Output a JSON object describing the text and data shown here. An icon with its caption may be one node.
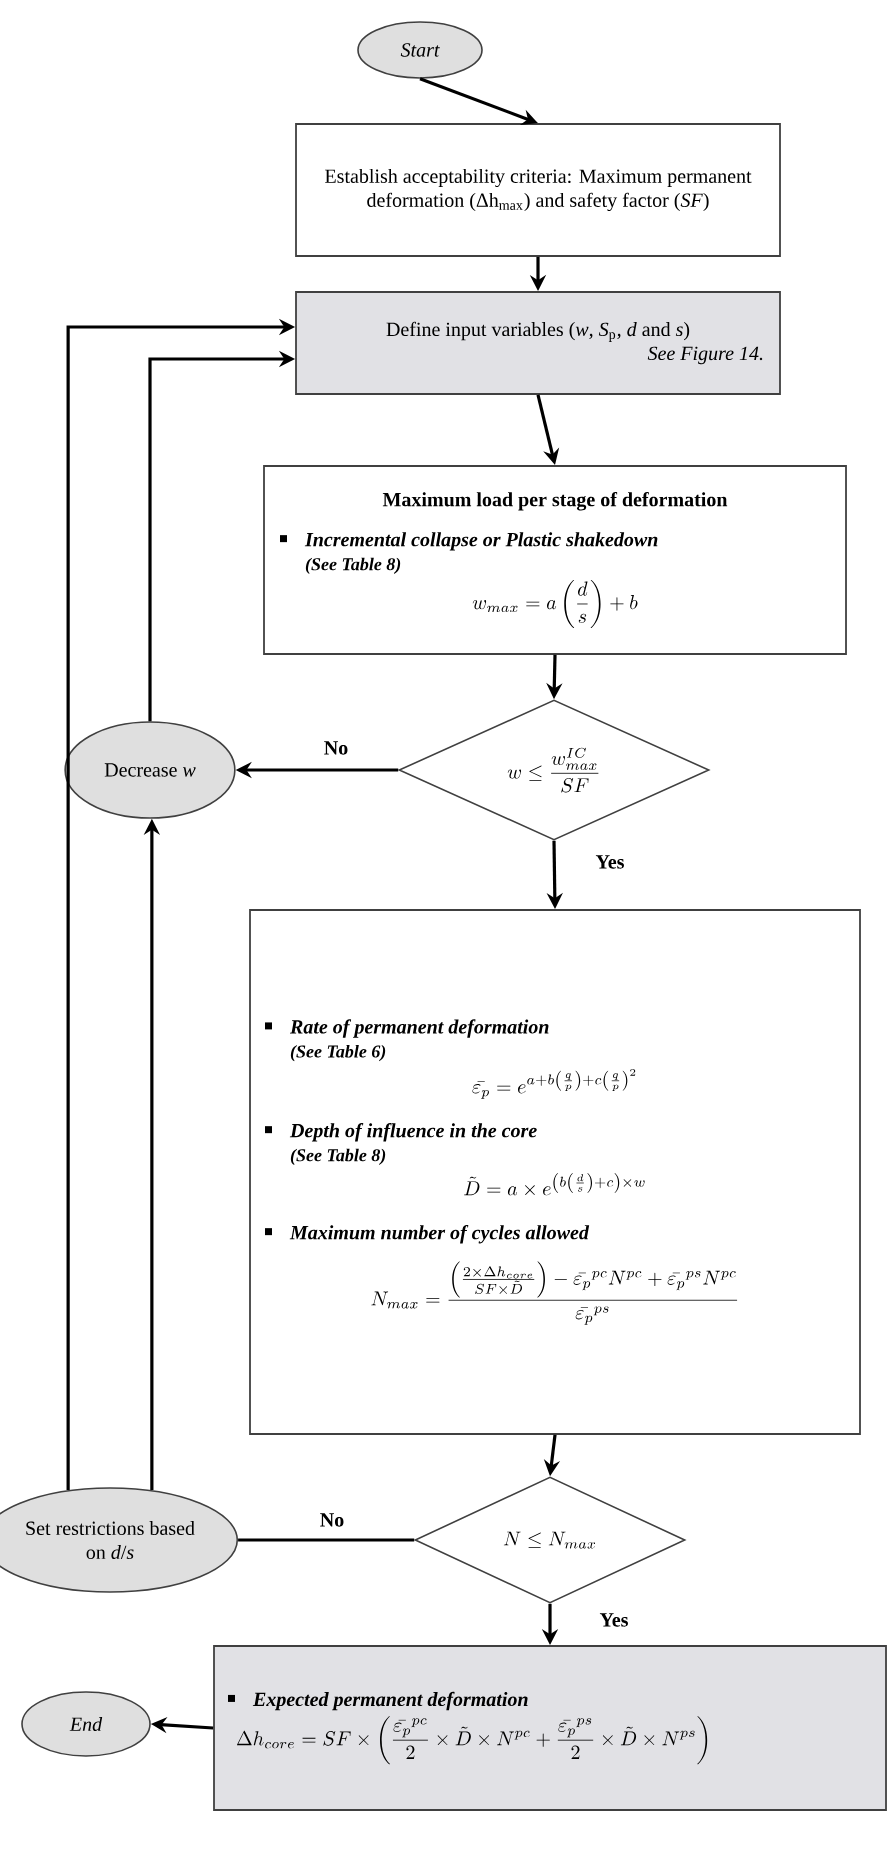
{
  "diagram": {
    "nodes": [
      {
        "text": [
          "Start"
        ]
      },
      {
        "text": [
          "Establish acceptability criteria: Maximum permanent deformation (Δh$_{max}$) and safety factor (*SF*)"
        ]
      },
      {
        "text": [
          "Define input variables (*w*, *S*$_{p}$, *d* and *s*)",
          "See Figure 14."
        ]
      },
      {
        "text": [
          "Maximum load per stage of deformation",
          "Incremental collapse or Plastic shakedown",
          "(See Table 8)",
          "w_{max} = a\\left(\\frac{d}{s}\\right) + b"
        ]
      },
      {
        "text": [
          "w \\le \\frac{w^{IC}_{max}}{SF}"
        ]
      },
      {
        "text": [
          "Decrease *w*"
        ]
      },
      {
        "text": [
          "Rate of permanent deformation",
          "(See Table 6)",
          "\\bar{\\varepsilon_p} = e^{a+b\\left(\\frac{q}{p}\\right)+c\\left(\\frac{q}{p}\\right)^2}",
          "Depth of influence in the core",
          "(See Table 8)",
          "\\tilde{D} = a \\times e^{\\left(b\\left(\\frac{d}{s}\\right)+c\\right)\\times w}",
          "Maximum number of cycles allowed",
          "N_{max} = \\frac{\\left(\\frac{2\\times\\Delta h_{core}}{SF\\times\\tilde{D}}\\right) - \\bar{\\varepsilon_p}^{pc}N^{pc} + \\bar{\\varepsilon_p}^{ps}N^{pc}}{\\bar{\\varepsilon_p}^{ps}}"
        ]
      },
      {
        "text": [
          "N \\le N_{max}"
        ]
      },
      {
        "text": [
          "Set restrictions based on *d*/*s*"
        ]
      },
      {
        "text": [
          "Expected permanent deformation",
          "\\Delta h_{core} = SF \\times \\left(\\frac{\\bar{\\varepsilon_p}^{pc}}{2}\\times\\tilde{D}\\times N^{pc} + \\frac{\\bar{\\varepsilon_p}^{ps}}{2}\\times\\tilde{D}\\times N^{ps}\\right)"
        ]
      },
      {
        "text": [
          "End"
        ]
      }
    ],
    "edges": [
      {
        "from": 0,
        "to": 1,
        "arrow": "to"
      },
      {
        "from": 1,
        "to": 2,
        "arrow": "to"
      },
      {
        "from": 2,
        "to": 3,
        "arrow": "to"
      },
      {
        "from": 3,
        "to": 4,
        "arrow": "to"
      },
      {
        "from": 4,
        "to": 5,
        "arrow": "to",
        "label": "No"
      },
      {
        "from": 4,
        "to": 6,
        "arrow": "to",
        "label": "Yes"
      },
      {
        "from": 5,
        "to": 2,
        "arrow": "to"
      },
      {
        "from": 6,
        "to": 7,
        "arrow": "to"
      },
      {
        "from": 7,
        "to": 8,
        "arrow": "none",
        "label": "No"
      },
      {
        "from": 8,
        "to": 5,
        "arrow": "to"
      },
      {
        "from": 8,
        "to": 2,
        "arrow": "to"
      },
      {
        "from": 7,
        "to": 9,
        "arrow": "to",
        "label": "Yes"
      },
      {
        "from": 9,
        "to": 10,
        "arrow": "to"
      }
    ]
  }
}
